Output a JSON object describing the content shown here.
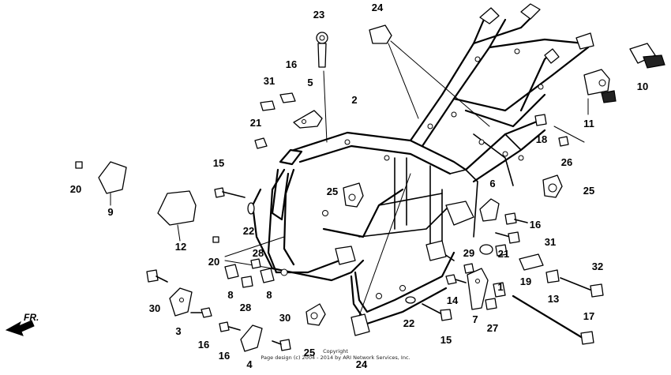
{
  "callouts": [
    {
      "id": "c1",
      "text": "1"
    },
    {
      "id": "c2",
      "text": "2"
    },
    {
      "id": "c3",
      "text": "3"
    },
    {
      "id": "c4",
      "text": "4"
    },
    {
      "id": "c5",
      "text": "5"
    },
    {
      "id": "c6",
      "text": "6"
    },
    {
      "id": "c7",
      "text": "7"
    },
    {
      "id": "c8a",
      "text": "8"
    },
    {
      "id": "c8b",
      "text": "8"
    },
    {
      "id": "c9",
      "text": "9"
    },
    {
      "id": "c10",
      "text": "10"
    },
    {
      "id": "c11",
      "text": "11"
    },
    {
      "id": "c12",
      "text": "12"
    },
    {
      "id": "c13",
      "text": "13"
    },
    {
      "id": "c14",
      "text": "14"
    },
    {
      "id": "c15a",
      "text": "15"
    },
    {
      "id": "c15b",
      "text": "15"
    },
    {
      "id": "c16a",
      "text": "16"
    },
    {
      "id": "c16b",
      "text": "16"
    },
    {
      "id": "c16c",
      "text": "16"
    },
    {
      "id": "c16d",
      "text": "16"
    },
    {
      "id": "c17",
      "text": "17"
    },
    {
      "id": "c18",
      "text": "18"
    },
    {
      "id": "c19",
      "text": "19"
    },
    {
      "id": "c20a",
      "text": "20"
    },
    {
      "id": "c20b",
      "text": "20"
    },
    {
      "id": "c21a",
      "text": "21"
    },
    {
      "id": "c21b",
      "text": "21"
    },
    {
      "id": "c22a",
      "text": "22"
    },
    {
      "id": "c22b",
      "text": "22"
    },
    {
      "id": "c23",
      "text": "23"
    },
    {
      "id": "c24a",
      "text": "24"
    },
    {
      "id": "c24b",
      "text": "24"
    },
    {
      "id": "c25a",
      "text": "25"
    },
    {
      "id": "c25b",
      "text": "25"
    },
    {
      "id": "c25c",
      "text": "25"
    },
    {
      "id": "c26",
      "text": "26"
    },
    {
      "id": "c27",
      "text": "27"
    },
    {
      "id": "c28a",
      "text": "28"
    },
    {
      "id": "c28b",
      "text": "28"
    },
    {
      "id": "c29",
      "text": "29"
    },
    {
      "id": "c30a",
      "text": "30"
    },
    {
      "id": "c30b",
      "text": "30"
    },
    {
      "id": "c31a",
      "text": "31"
    },
    {
      "id": "c31b",
      "text": "31"
    },
    {
      "id": "c32",
      "text": "32"
    }
  ],
  "front_indicator": "FR.",
  "copyright": {
    "line1": "Copyright",
    "line2": "Page design (c) 2004 - 2014 by ARI Network Services, Inc."
  }
}
